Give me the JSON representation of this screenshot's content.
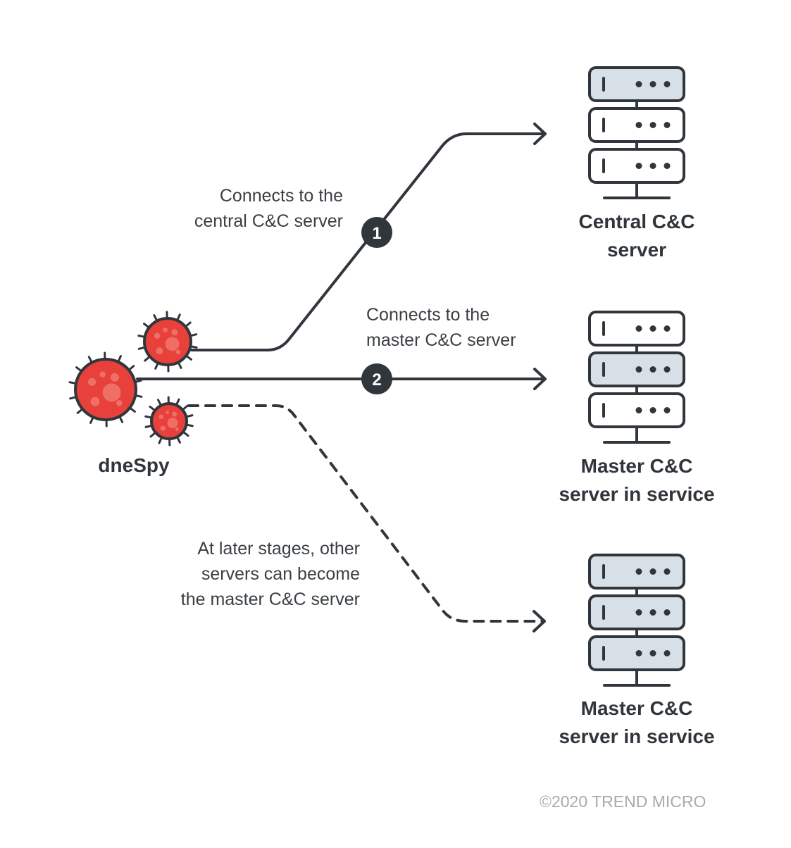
{
  "colors": {
    "stroke": "#30363c",
    "virus_fill": "#e8403a",
    "virus_spot": "#f07a73",
    "server_shade": "#d6e0e6",
    "server_plain": "#ffffff",
    "copyright": "#a6abae"
  },
  "malware": {
    "name": "dneSpy",
    "icon": "virus-icon"
  },
  "connections": [
    {
      "step": "1",
      "label_lines": [
        "Connects to the",
        "central C&C server"
      ],
      "style": "solid",
      "target": "central"
    },
    {
      "step": "2",
      "label_lines": [
        "Connects to the",
        "master C&C server"
      ],
      "style": "solid",
      "target": "master-1"
    },
    {
      "step": null,
      "label_lines": [
        "At later stages, other",
        "servers can become",
        "the master C&C server"
      ],
      "style": "dashed",
      "target": "master-2"
    }
  ],
  "servers": [
    {
      "id": "central",
      "icon": "server-rack-icon",
      "title_lines": [
        "Central C&C",
        "server"
      ],
      "shaded_units": [
        true,
        false,
        false
      ]
    },
    {
      "id": "master-1",
      "icon": "server-rack-icon",
      "title_lines": [
        "Master C&C",
        "server in service"
      ],
      "shaded_units": [
        false,
        true,
        false
      ]
    },
    {
      "id": "master-2",
      "icon": "server-rack-icon",
      "title_lines": [
        "Master C&C",
        "server in service"
      ],
      "shaded_units": [
        true,
        true,
        true
      ]
    }
  ],
  "copyright": "©2020 TREND MICRO"
}
